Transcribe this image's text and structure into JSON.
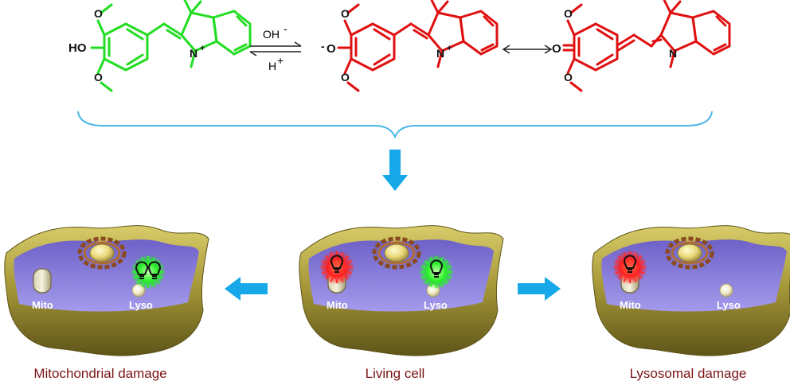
{
  "reaction": {
    "forward_condition": "OH",
    "forward_condition_sup": "-",
    "reverse_condition": "H",
    "reverse_condition_sup": "+",
    "atoms": {
      "o": "O",
      "ho": "HO",
      "n": "N",
      "n_charge": "+",
      "o_charge": "-"
    }
  },
  "cells": [
    {
      "caption": "Mitochondrial damage",
      "mito_label": "Mito",
      "lyso_label": "Lyso",
      "mito_signal": "none",
      "lyso_signal": "green"
    },
    {
      "caption": "Living cell",
      "mito_label": "Mito",
      "lyso_label": "Lyso",
      "mito_signal": "red",
      "lyso_signal": "green"
    },
    {
      "caption": "Lysosomal damage",
      "mito_label": "Mito",
      "lyso_label": "Lyso",
      "mito_signal": "red",
      "lyso_signal": "none"
    }
  ],
  "colors": {
    "protonated_form": "#22dd22",
    "deprotonated_form": "#e01010",
    "arrow": "#16a8e8",
    "brace": "#4ab6e6",
    "cell_rim": "#a89a3a",
    "cytoplasm": "#8c7cdc",
    "caption": "#7a1414",
    "red_glow": "#ff2020",
    "green_glow": "#22ee22"
  }
}
